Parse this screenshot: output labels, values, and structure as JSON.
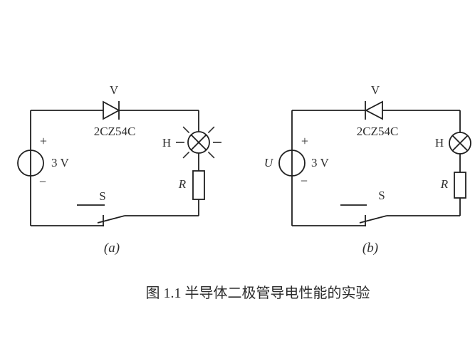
{
  "figure": {
    "caption": "图 1.1 半导体二极管导电性能的实验"
  },
  "palette": {
    "line_color": "#1f1f1f",
    "text_color": "#2e2e2e",
    "background": "#ffffff"
  },
  "circuit_a": {
    "sublabel": "(a)",
    "diode": {
      "label": "V",
      "model": "2CZ54C"
    },
    "source": {
      "plus": "+",
      "minus": "−",
      "voltage": "3 V"
    },
    "lamp": {
      "label": "H",
      "state": "lit"
    },
    "resistor": {
      "label": "R"
    },
    "switch": {
      "label": "S"
    }
  },
  "circuit_b": {
    "sublabel": "(b)",
    "diode": {
      "label": "V",
      "model": "2CZ54C"
    },
    "source": {
      "label": "U",
      "plus": "+",
      "minus": "−",
      "voltage": "3 V"
    },
    "lamp": {
      "label": "H",
      "state": "unlit"
    },
    "resistor": {
      "label": "R"
    },
    "switch": {
      "label": "S"
    }
  }
}
